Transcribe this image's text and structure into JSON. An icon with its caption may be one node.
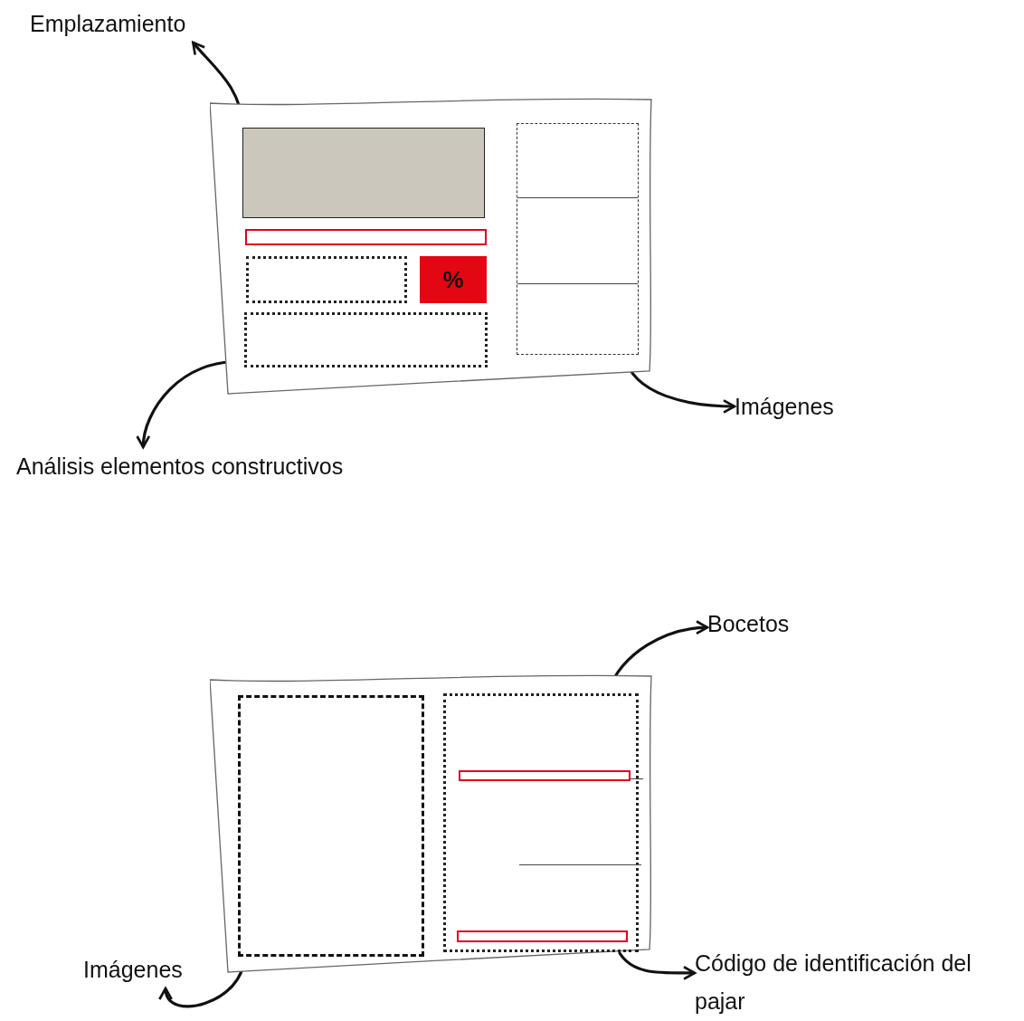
{
  "diagram": {
    "nodes": [
      {
        "text": [
          "Emplazamiento"
        ]
      },
      {
        "text": [],
        "shape": "box"
      },
      {
        "text": [],
        "shape": "box",
        "in": 1
      },
      {
        "text": [],
        "shape": "box",
        "in": 1
      },
      {
        "text": [],
        "shape": "box",
        "in": 1
      },
      {
        "text": [
          "%"
        ],
        "in": 1
      },
      {
        "text": [],
        "shape": "box",
        "in": 1
      },
      {
        "text": [],
        "shape": "box",
        "in": 1
      },
      {
        "text": [
          "Análisis elementos constructivos"
        ]
      },
      {
        "text": [
          "Imágenes"
        ]
      },
      {
        "text": [
          "Bocetos"
        ]
      },
      {
        "text": [],
        "shape": "box"
      },
      {
        "text": [],
        "shape": "box",
        "in": 11
      },
      {
        "text": [],
        "shape": "box",
        "in": 11
      },
      {
        "text": [],
        "shape": "box",
        "in": 13
      },
      {
        "text": [],
        "shape": "box",
        "in": 13
      },
      {
        "text": [
          "Imágenes"
        ]
      },
      {
        "text": [
          "Código de identificación del pajar"
        ]
      }
    ],
    "edges": [
      {
        "from": 2,
        "to": 0,
        "arrow": "to"
      },
      {
        "from": 6,
        "to": 8,
        "arrow": "to"
      },
      {
        "from": 7,
        "to": 9,
        "arrow": "to"
      },
      {
        "from": 13,
        "to": 10,
        "arrow": "to"
      },
      {
        "from": 12,
        "to": 16,
        "arrow": "to"
      },
      {
        "from": 13,
        "to": 17,
        "arrow": "to"
      }
    ]
  }
}
